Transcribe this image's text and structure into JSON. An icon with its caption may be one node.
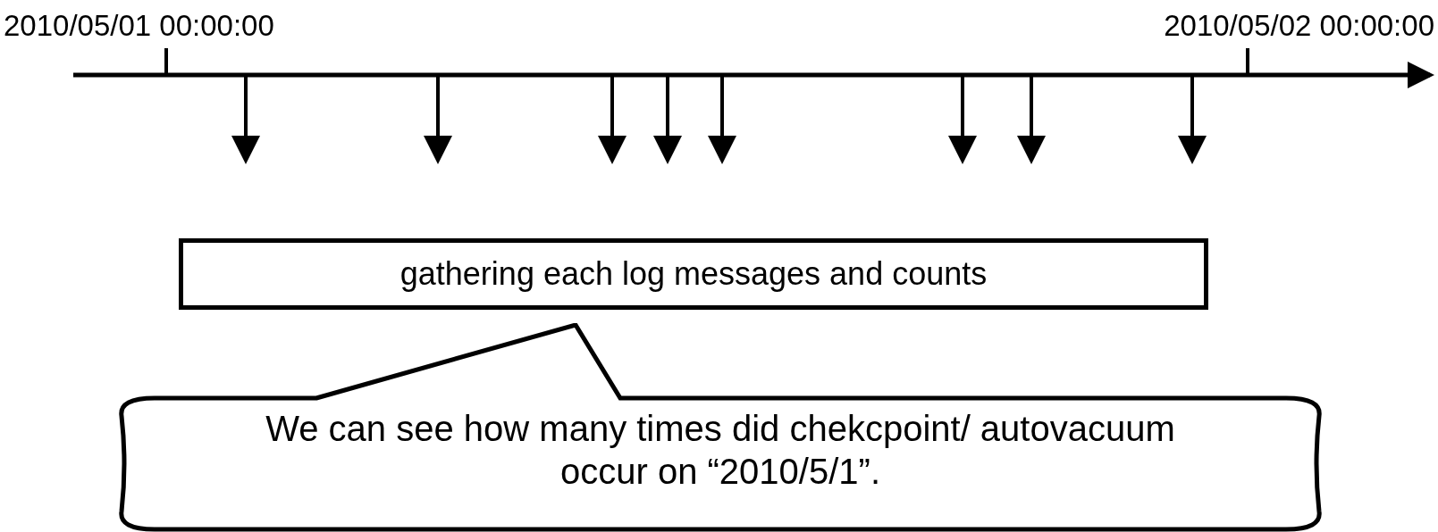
{
  "diagram": {
    "nodes": [
      {
        "text": [
          "gathering each log messages and counts"
        ]
      },
      {
        "text": [
          "We can see how many times did chekcpoint/ autovacuum occur on “2010/5/1”."
        ]
      }
    ],
    "labels": [
      "2010/05/01 00:00:00",
      "2010/05/02 00:00:00"
    ]
  }
}
